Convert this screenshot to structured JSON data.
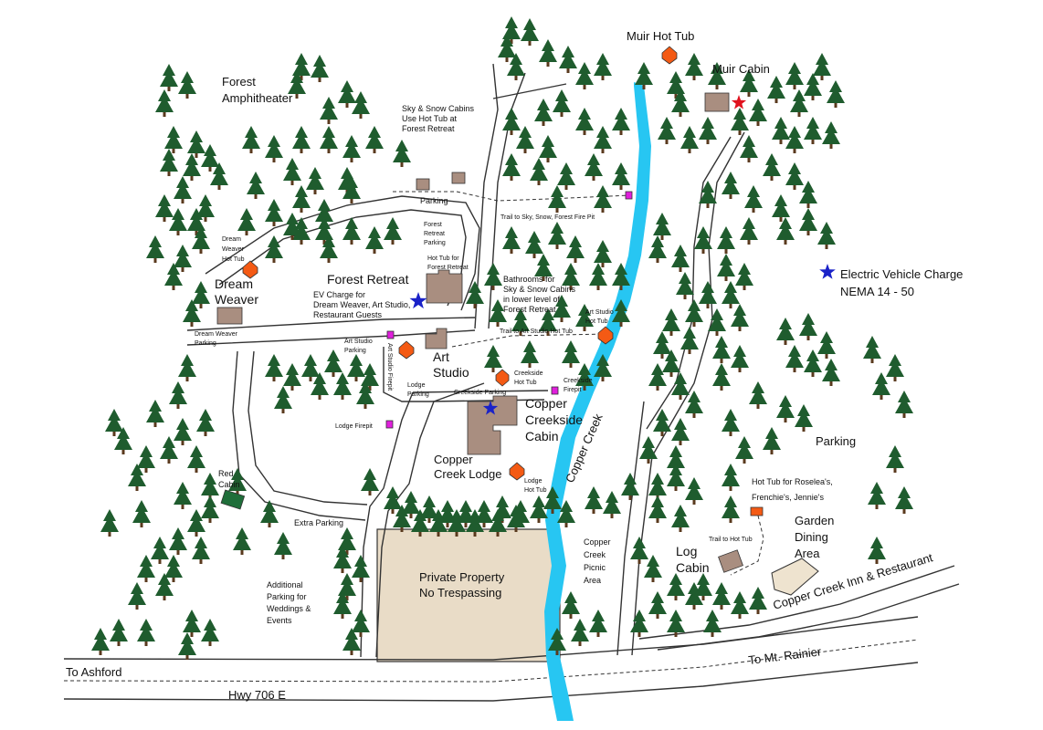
{
  "colors": {
    "tree": "#1f5c2e",
    "trunk": "#5a3a1e",
    "creek": "#27c6f2",
    "building": "#a98e80",
    "red_cabin": "#1f6e3a",
    "hot_tub": "#f45a14",
    "firepit": "#e01fdc",
    "private_property": "#e9dcc7",
    "garden": "#eee3cf",
    "ev_star": "#1a22c8",
    "muir_star": "#e0121e"
  },
  "icons": [
    "tree-icon",
    "hot-tub-icon",
    "firepit-icon",
    "ev-charge-star-icon",
    "cabin-building-icon"
  ],
  "labels": {
    "muir_hot_tub": "Muir Hot Tub",
    "muir_cabin": "Muir Cabin",
    "forest_line1": "Forest",
    "forest_line2": "Amphitheater",
    "sky_snow_1": "Sky & Snow Cabins",
    "sky_snow_2": "Use Hot Tub at",
    "sky_snow_3": "Forest Retreat",
    "parking_top": "Parking",
    "trail_sky": "Trail to Sky, Snow, Forest Fire Pit",
    "fr_parking_1": "Forest",
    "fr_parking_2": "Retreat",
    "fr_parking_3": "Parking",
    "fr_hottub_1": "Hot Tub for",
    "fr_hottub_2": "Forest Retreat",
    "dw_hottub_1": "Dream",
    "dw_hottub_2": "Weaver",
    "dw_hottub_3": "Hot Tub",
    "forest_retreat": "Forest Retreat",
    "dream_weaver_1": "Dream",
    "dream_weaver_2": "Weaver",
    "ev_charge_1": "EV Charge for",
    "ev_charge_2": "Dream Weaver, Art Studio,",
    "ev_charge_3": "Restaurant Guests",
    "bathrooms_1": "Bathrooms for",
    "bathrooms_2": "Sky & Snow Cabins",
    "bathrooms_3": "in lower level of",
    "bathrooms_4": "Forest Retreat",
    "ev_right_1": "Electric Vehicle Charge",
    "ev_right_2": "NEMA 14 - 50",
    "dw_parking_1": "Dream Weaver",
    "dw_parking_2": "Parking",
    "art_parking_1": "Art Studio",
    "art_parking_2": "Parking",
    "art_firepit": "Art Studio Firepit",
    "art_studio_1": "Art",
    "art_studio_2": "Studio",
    "trail_art": "Trail to Art Studio Hot Tub",
    "art_hottub_1": "Art Studio",
    "art_hottub_2": "Hot Tub",
    "creekside_hottub_1": "Creekside",
    "creekside_hottub_2": "Hot Tub",
    "creekside_firepit_1": "Creekside",
    "creekside_firepit_2": "Firepit",
    "lodge_parking_1": "Lodge",
    "lodge_parking_2": "Parking",
    "creekside_parking": "Creekside Parking",
    "copper_creekside_1": "Copper",
    "copper_creekside_2": "Creekside",
    "copper_creekside_3": "Cabin",
    "lodge_firepit": "Lodge Firepit",
    "copper_creek_lodge_1": "Copper",
    "copper_creek_lodge_2": "Creek Lodge",
    "lodge_hottub_1": "Lodge",
    "lodge_hottub_2": "Hot Tub",
    "copper_creek": "Copper Creek",
    "parking_right": "Parking",
    "hot_tub_roselea_1": "Hot Tub for Roselea's,",
    "hot_tub_roselea_2": "Frenchie's, Jennie's",
    "red_cabin_1": "Red",
    "red_cabin_2": "Cabin",
    "extra_parking": "Extra Parking",
    "garden_1": "Garden",
    "garden_2": "Dining",
    "garden_3": "Area",
    "trail_hot_tub": "Trail to Hot Tub",
    "log_cabin_1": "Log",
    "log_cabin_2": "Cabin",
    "private_1": "Private Property",
    "private_2": "No Trespassing",
    "picnic_1": "Copper",
    "picnic_2": "Creek",
    "picnic_3": "Picnic",
    "picnic_4": "Area",
    "additional_1": "Additional",
    "additional_2": "Parking for",
    "additional_3": "Weddings &",
    "additional_4": "Events",
    "inn": "Copper Creek Inn & Restaurant",
    "to_rainier": "To Mt. Rainier",
    "to_ashford": "To Ashford",
    "hwy": "Hwy 706 E"
  }
}
